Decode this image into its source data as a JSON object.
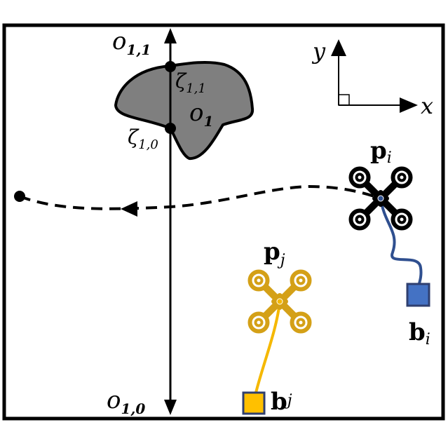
{
  "labels": {
    "o11_main": "o",
    "o11_sub": "1,1",
    "o10_main": "o",
    "o10_sub": "1,0",
    "o1_main": "o",
    "o1_sub": "1",
    "z11_main": "ζ",
    "z11_sub": "1,1",
    "z10_main": "ζ",
    "z10_sub": "1,0",
    "axis_x": "x",
    "axis_y": "y",
    "pi_main": "p",
    "pi_sub": "i",
    "pj_main": "p",
    "pj_sub": "j",
    "bi_main": "b",
    "bi_sub": "i",
    "bj_main": "b",
    "bj_sub": "j"
  },
  "colors": {
    "obstacle_fill": "#7f7f7f",
    "drone_i": "#000000",
    "drone_j": "#d4a017",
    "tether_i": "#2f4f8f",
    "tether_j": "#f5b800",
    "payload_i": "#4472c4",
    "payload_j": "#ffc000",
    "payload_border": "#2f3f6f"
  },
  "icons": {
    "drone_i": "quadrotor-icon",
    "drone_j": "quadrotor-icon"
  }
}
